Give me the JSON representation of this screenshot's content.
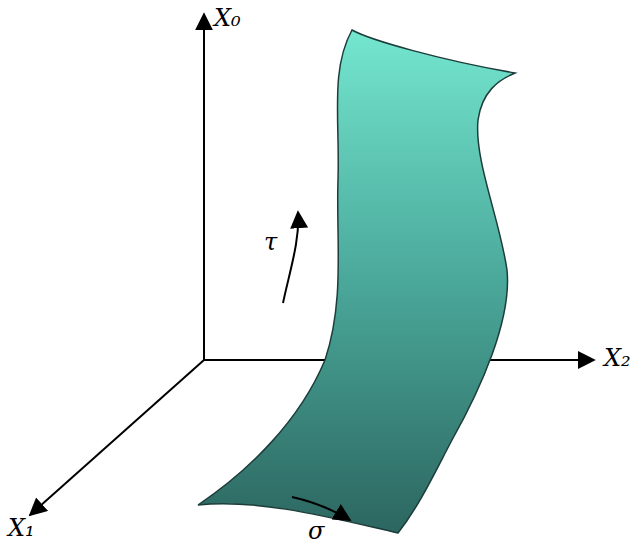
{
  "diagram": {
    "labels": [
      "X₀",
      "X₁",
      "X₂",
      "τ",
      "σ"
    ]
  }
}
